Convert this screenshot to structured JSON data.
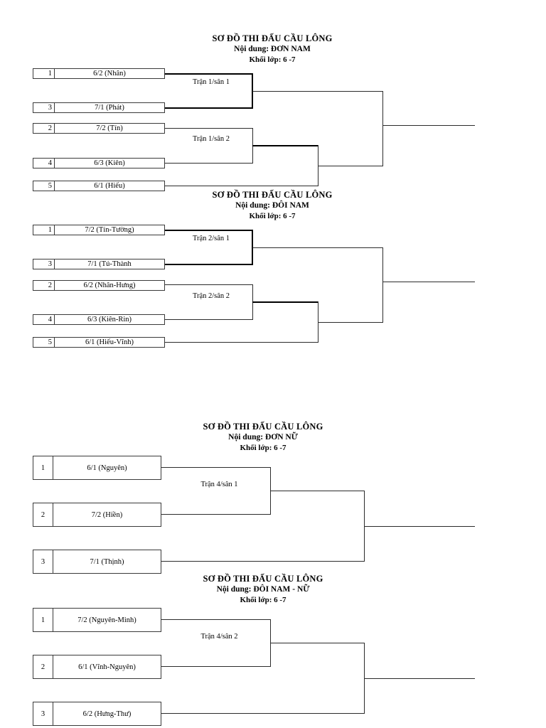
{
  "document": {
    "title": "SƠ ĐỒ THI ĐẤU CẦU LÔNG"
  },
  "brackets": [
    {
      "id": "bracket-don-nam",
      "heading": "SƠ ĐỒ THI ĐẤU CẦU LÔNG",
      "event": "Nội dung: ĐƠN NAM",
      "grade": "Khối lớp: 6 -7",
      "slots": [
        {
          "seed": "1",
          "name": "6/2 (Nhân)"
        },
        {
          "seed": "3",
          "name": "7/1 (Phát)"
        },
        {
          "seed": "2",
          "name": "7/2 (Tín)"
        },
        {
          "seed": "4",
          "name": "6/3 (Kiên)"
        },
        {
          "seed": "5",
          "name": "6/1 (Hiếu)"
        }
      ],
      "matches": [
        {
          "label": "Trận 1/sân 1"
        },
        {
          "label": "Trận 1/sân 2"
        }
      ]
    },
    {
      "id": "bracket-doi-nam",
      "heading": "SƠ ĐỒ THI ĐẤU CẦU LÔNG",
      "event": "Nội dung: ĐÔI  NAM",
      "grade": "Khối lớp: 6 -7",
      "slots": [
        {
          "seed": "1",
          "name": "7/2 (Tín-Tường)"
        },
        {
          "seed": "3",
          "name": "7/1 (Tú-Thành"
        },
        {
          "seed": "2",
          "name": "6/2 (Nhân-Hưng)"
        },
        {
          "seed": "4",
          "name": "6/3 (Kiên-Rin)"
        },
        {
          "seed": "5",
          "name": "6/1 (Hiếu-Vĩnh)"
        }
      ],
      "matches": [
        {
          "label": "Trận 2/sân 1"
        },
        {
          "label": "Trận 2/sân 2"
        }
      ]
    },
    {
      "id": "bracket-don-nu",
      "heading": "SƠ ĐỒ THI ĐẤU CẦU LÔNG",
      "event": "Nội dung: ĐƠN NỮ",
      "grade": "Khối lớp: 6 -7",
      "slots": [
        {
          "seed": "1",
          "name": "6/1 (Nguyên)"
        },
        {
          "seed": "2",
          "name": "7/2 (Hiền)"
        },
        {
          "seed": "3",
          "name": "7/1 (Thịnh)"
        }
      ],
      "matches": [
        {
          "label": "Trận 4/sân 1"
        }
      ]
    },
    {
      "id": "bracket-doi-nam-nu",
      "heading": "SƠ ĐỒ THI ĐẤU CẦU LÔNG",
      "event": "Nội dung: ĐÔI NAM -  NỮ",
      "grade": "Khối lớp: 6 -7",
      "slots": [
        {
          "seed": "1",
          "name": "7/2 (Nguyên-Minh)"
        },
        {
          "seed": "2",
          "name": "6/1 (Vĩnh-Nguyên)"
        },
        {
          "seed": "3",
          "name": "6/2 (Hưng-Thư)"
        }
      ],
      "matches": [
        {
          "label": "Trận 4/sân 2"
        }
      ]
    }
  ],
  "colors": {
    "ink": "#000000",
    "line": "#2b2b2b",
    "box_border": "#3a3a3a",
    "paper": "#ffffff"
  }
}
